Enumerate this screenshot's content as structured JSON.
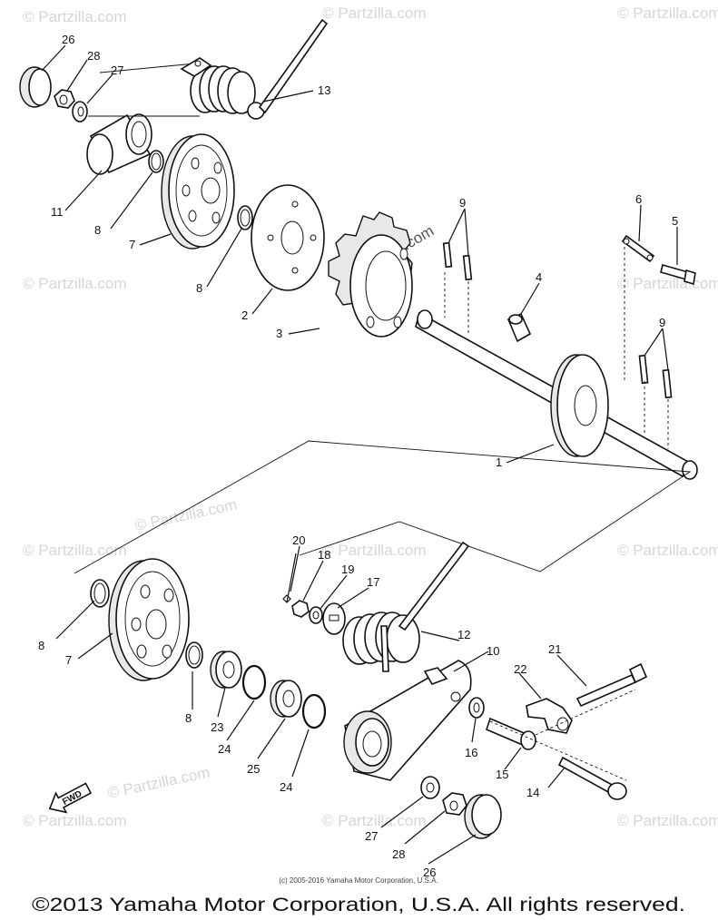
{
  "watermark": "© Partzilla.com",
  "small_copyright": "(c) 2005-2016 Yamaha Motor Corporation, U.S.A.",
  "copyright": "©2013 Yamaha Motor Corporation, U.S.A. All rights reserved.",
  "fwd_label": "FWD",
  "callouts": {
    "c26": "26",
    "c28": "28",
    "c27": "27",
    "c13": "13",
    "c11": "11",
    "c8a": "8",
    "c7a": "7",
    "c8b": "8",
    "c2": "2",
    "c3": "3",
    "c9a": "9",
    "c6": "6",
    "c5": "5",
    "c4": "4",
    "c9b": "9",
    "c1": "1",
    "c20": "20",
    "c18": "18",
    "c19": "19",
    "c17": "17",
    "c12": "12",
    "c10": "10",
    "c21": "21",
    "c22": "22",
    "c8c": "8",
    "c7b": "7",
    "c8d": "8",
    "c23": "23",
    "c24a": "24",
    "c25": "25",
    "c24b": "24",
    "c16": "16",
    "c15": "15",
    "c14": "14",
    "c27b": "27",
    "c28b": "28",
    "c26b": "26"
  }
}
